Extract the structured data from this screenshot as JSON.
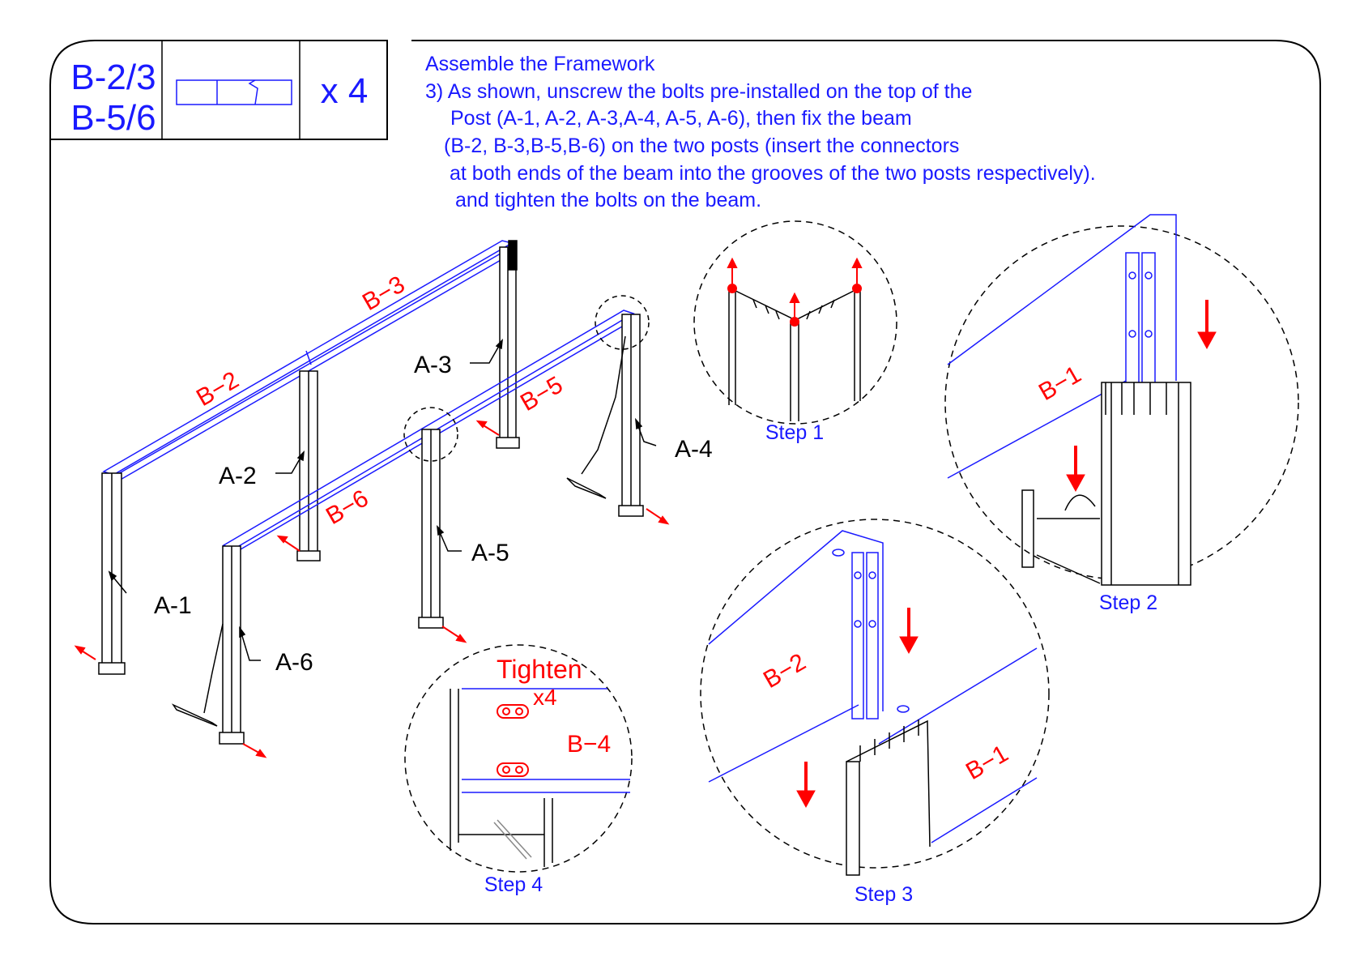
{
  "header": {
    "part_code_line1": "B-2/3",
    "part_code_line2": "B-5/6",
    "quantity": "x 4"
  },
  "instructions": {
    "title": "Assemble the Framework",
    "lines": [
      "3) As shown, unscrew the bolts pre-installed on the top of the",
      "Post (A-1, A-2, A-3,A-4, A-5, A-6), then fix the beam",
      "(B-2, B-3,B-5,B-6) on the two posts (insert the connectors",
      "at both ends of the beam into the grooves of the two posts respectively).",
      "and tighten the bolts on the beam."
    ]
  },
  "main_labels": {
    "beams": [
      "B−2",
      "B−3",
      "B−5",
      "B−6"
    ],
    "posts": [
      "A-1",
      "A-2",
      "A-3",
      "A-4",
      "A-5",
      "A-6"
    ]
  },
  "details": {
    "step1": {
      "caption": "Step 1"
    },
    "step2": {
      "caption": "Step 2",
      "beam": "B−1"
    },
    "step3": {
      "caption": "Step 3",
      "beam_left": "B−2",
      "beam_right": "B−1"
    },
    "step4": {
      "caption": "Step 4",
      "action": "Tighten",
      "count": "x4",
      "beam": "B−4"
    }
  },
  "colors": {
    "text_blue": "#1a1aff",
    "accent_red": "#ff0000",
    "line": "#000000"
  }
}
